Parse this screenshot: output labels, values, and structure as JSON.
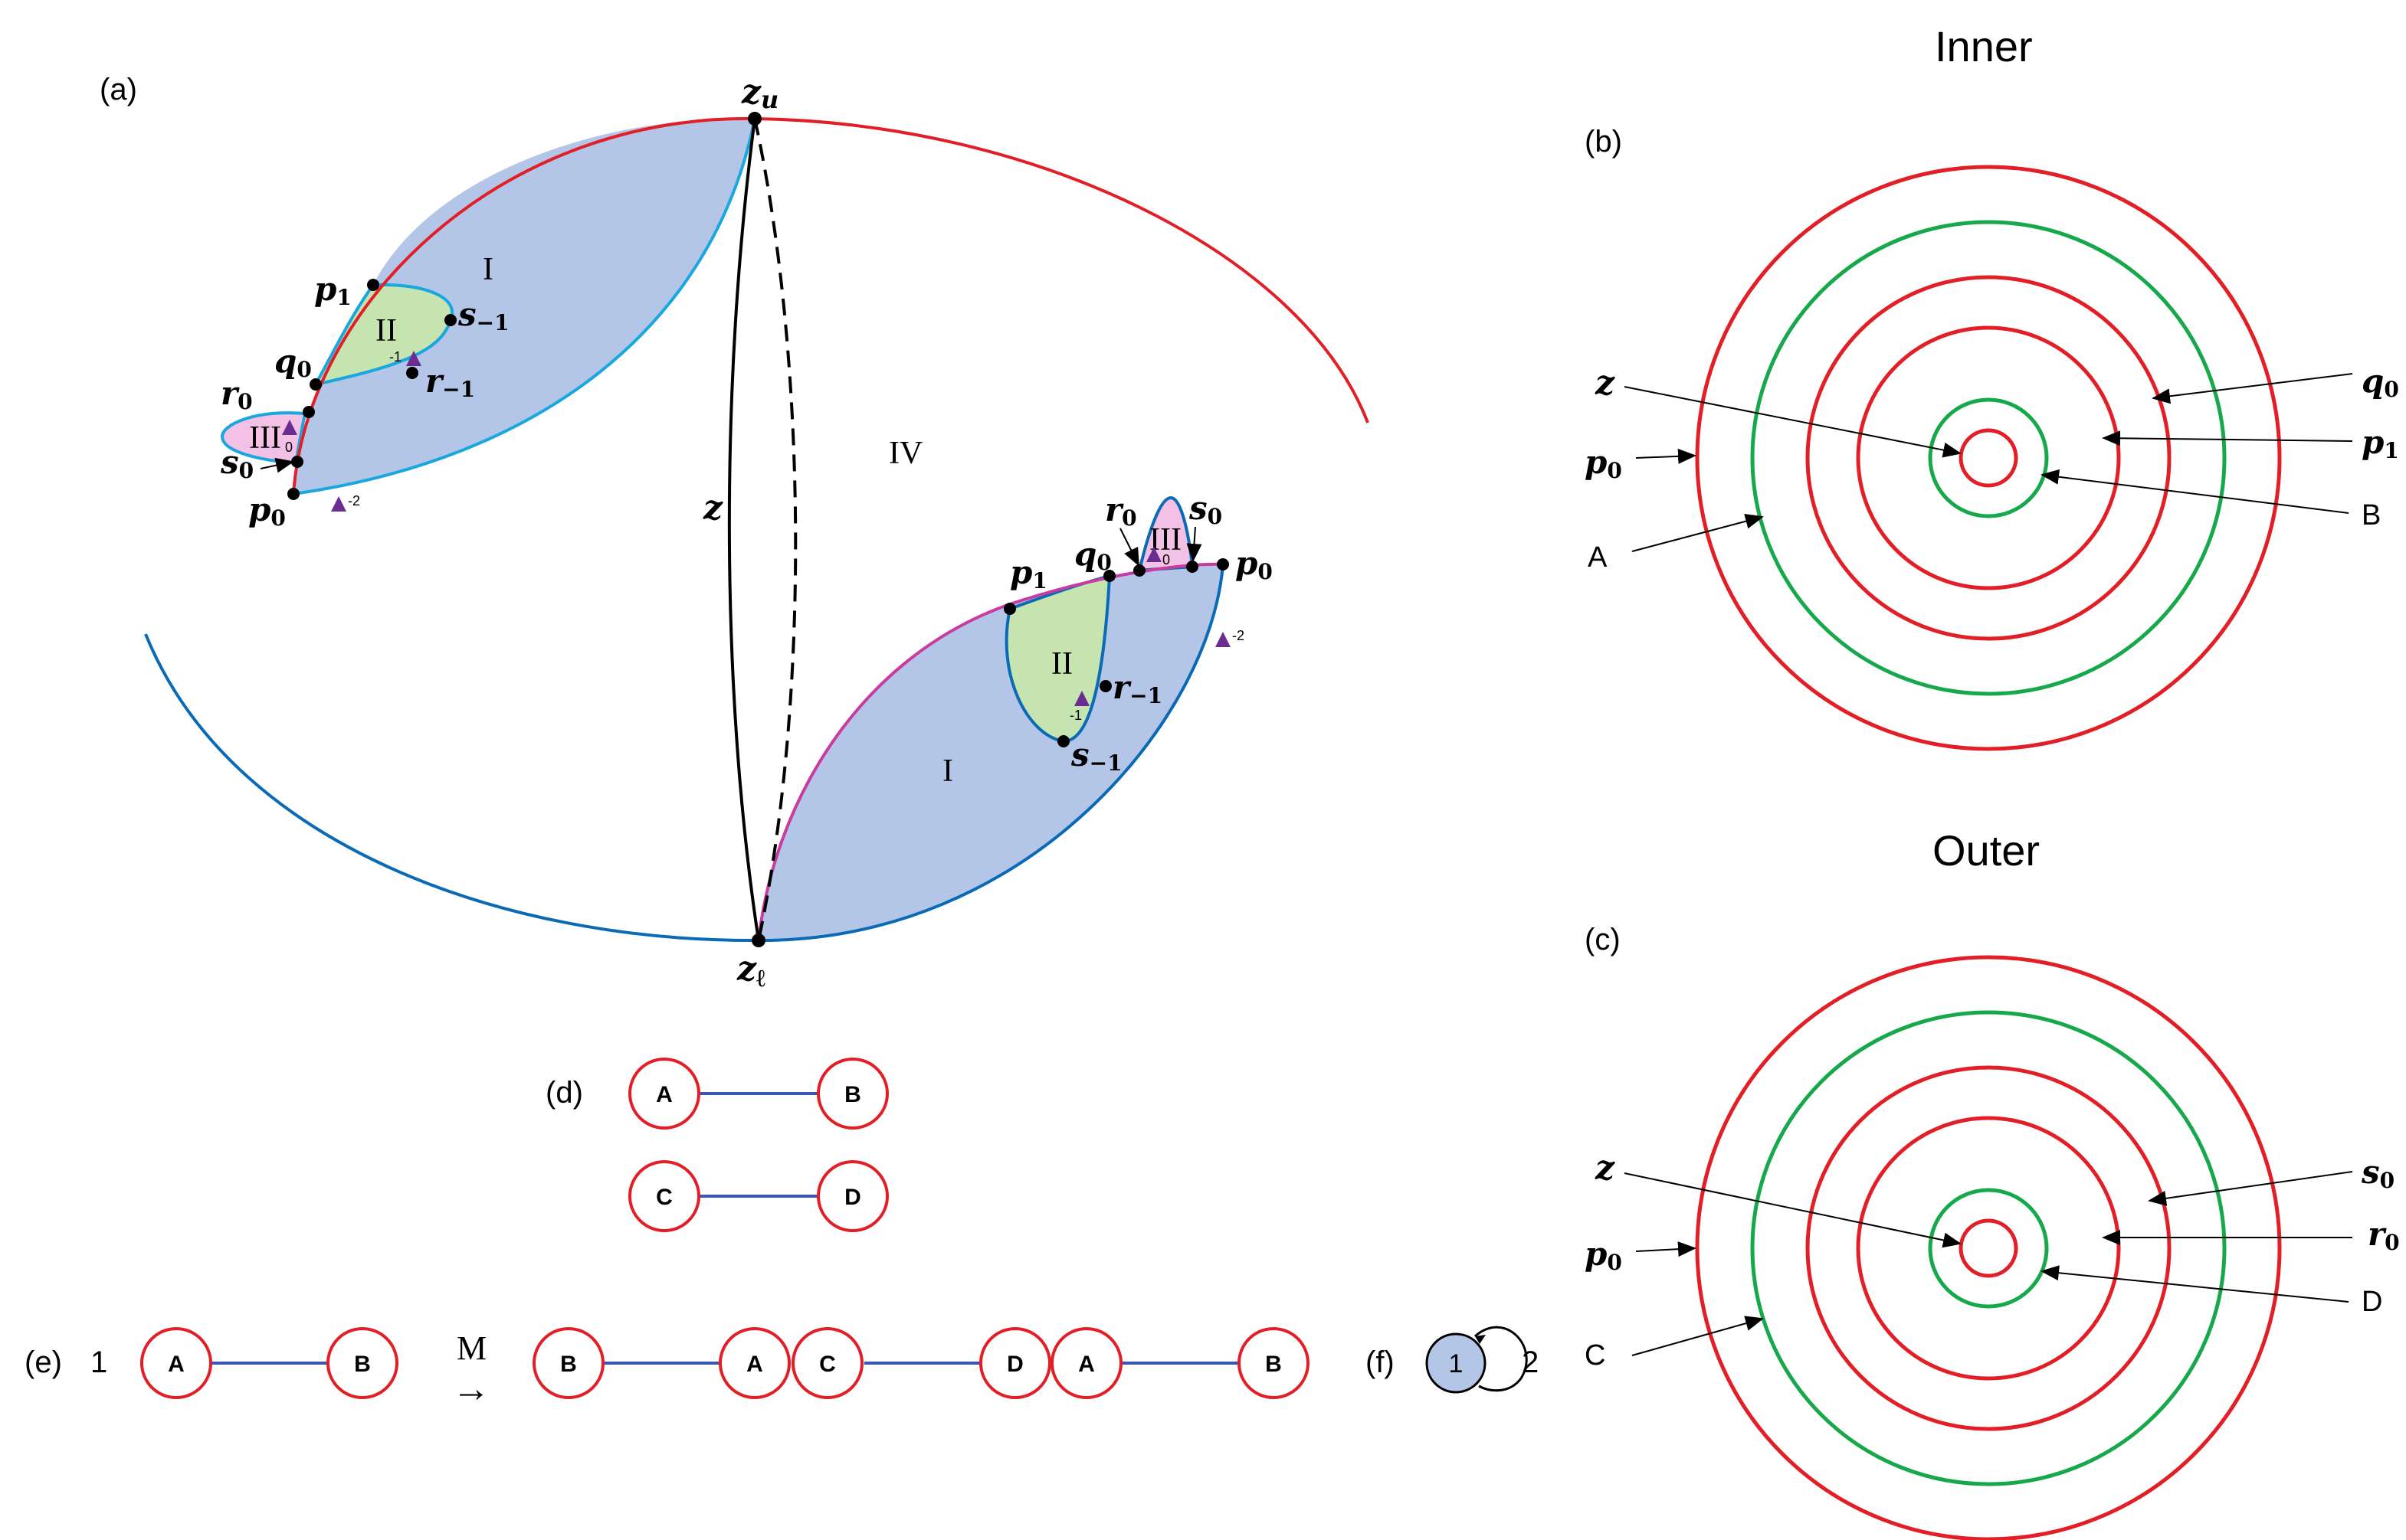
{
  "panels": {
    "a": "(a)",
    "b": "(b)",
    "c": "(c)",
    "d": "(d)",
    "e": "(e)",
    "f": "(f)"
  },
  "titles": {
    "inner": "Inner",
    "outer": "Outer"
  },
  "regions": {
    "I": "I",
    "II": "II",
    "III": "III",
    "IV": "IV",
    "tri_m2": "-2",
    "tri_m1": "-1",
    "tri_0": "0"
  },
  "points": {
    "z": "z",
    "zu_main": "z",
    "zu_sub": "u",
    "zl_main": "z",
    "zl_sub": "ℓ",
    "p": "p",
    "q": "q",
    "r": "r",
    "s": "s",
    "sub0": "0",
    "sub1": "1",
    "subm1": "−1"
  },
  "rings_inner": {
    "A": "A",
    "B": "B"
  },
  "rings_outer": {
    "C": "C",
    "D": "D"
  },
  "graph_d": {
    "A": "A",
    "B": "B",
    "C": "C",
    "D": "D"
  },
  "graph_e": {
    "left_label": "1",
    "map_label": "M",
    "arrow": "→",
    "left_nodes": [
      "A",
      "B"
    ],
    "right_nodes": [
      "B",
      "A",
      "C",
      "D",
      "A",
      "B"
    ]
  },
  "graph_f": {
    "node": "1",
    "loop_label": "2"
  },
  "colors": {
    "red": "#e21f26",
    "green": "#17a84b",
    "blue": "#0a6ab5",
    "cyan": "#1aa7e0",
    "magenta": "#c83ca0",
    "fill_blue": "#b3c6e7",
    "fill_green": "#c6e4b0",
    "fill_pink": "#f3c1e6",
    "purple": "#6b2d8f"
  }
}
